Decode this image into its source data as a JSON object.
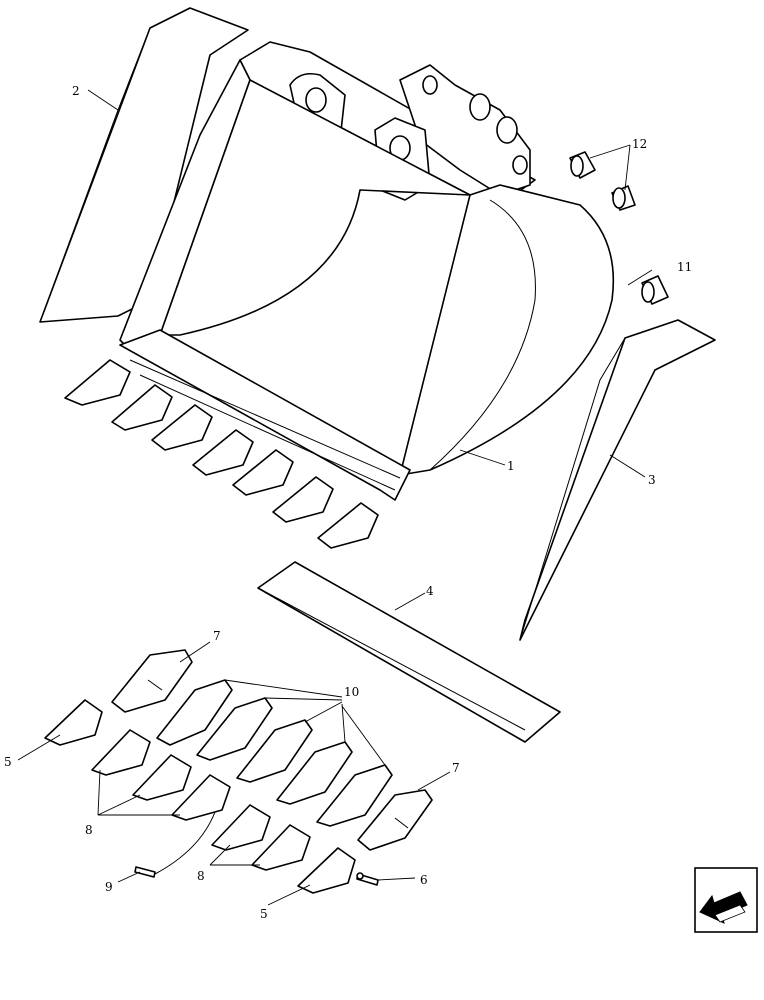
{
  "callouts": {
    "c1": "1",
    "c2": "2",
    "c3": "3",
    "c4": "4",
    "c5a": "5",
    "c5b": "5",
    "c6": "6",
    "c7a": "7",
    "c7b": "7",
    "c8a": "8",
    "c8b": "8",
    "c9": "9",
    "c10": "10",
    "c11": "11",
    "c12": "12"
  },
  "nav": {
    "icon": "arrow-down-left-icon"
  }
}
